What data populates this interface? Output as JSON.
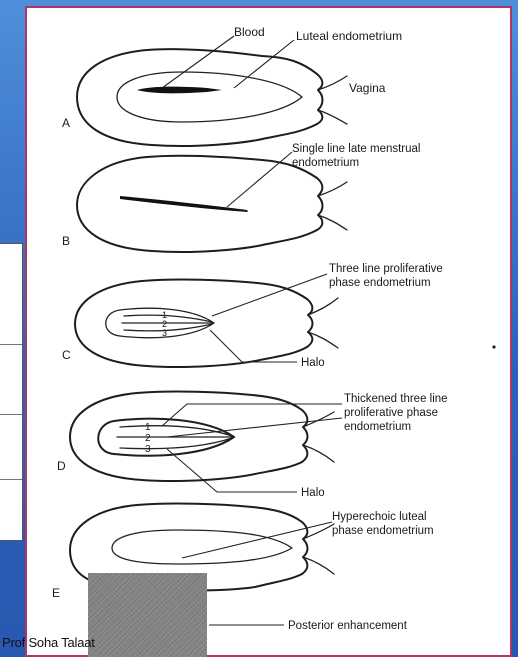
{
  "figure": {
    "title": "",
    "labels": {
      "blood": "Blood",
      "luteal_endometrium": "Luteal endometrium",
      "vagina": "Vagina",
      "single_line_1": "Single line late menstrual",
      "single_line_2": "endometrium",
      "three_line_1": "Three line proliferative",
      "three_line_2": "phase endometrium",
      "halo_c": "Halo",
      "thickened_1": "Thickened three line",
      "thickened_2": "proliferative phase",
      "thickened_3": "endometrium",
      "halo_d": "Halo",
      "hyperechoic_1": "Hyperechoic luteal",
      "hyperechoic_2": "phase endometrium",
      "posterior_enhancement": "Posterior enhancement"
    },
    "panel_letters": [
      "A",
      "B",
      "C",
      "D",
      "E"
    ],
    "layer_numbers_c": [
      "1",
      "2",
      "3"
    ],
    "layer_numbers_d": [
      "1",
      "2",
      "3"
    ],
    "credit": "Prof Soha Talaat"
  },
  "colors": {
    "slide_background": "#2f6ec4",
    "panel_border": "#b1336a",
    "shadow_box": "#858585"
  }
}
